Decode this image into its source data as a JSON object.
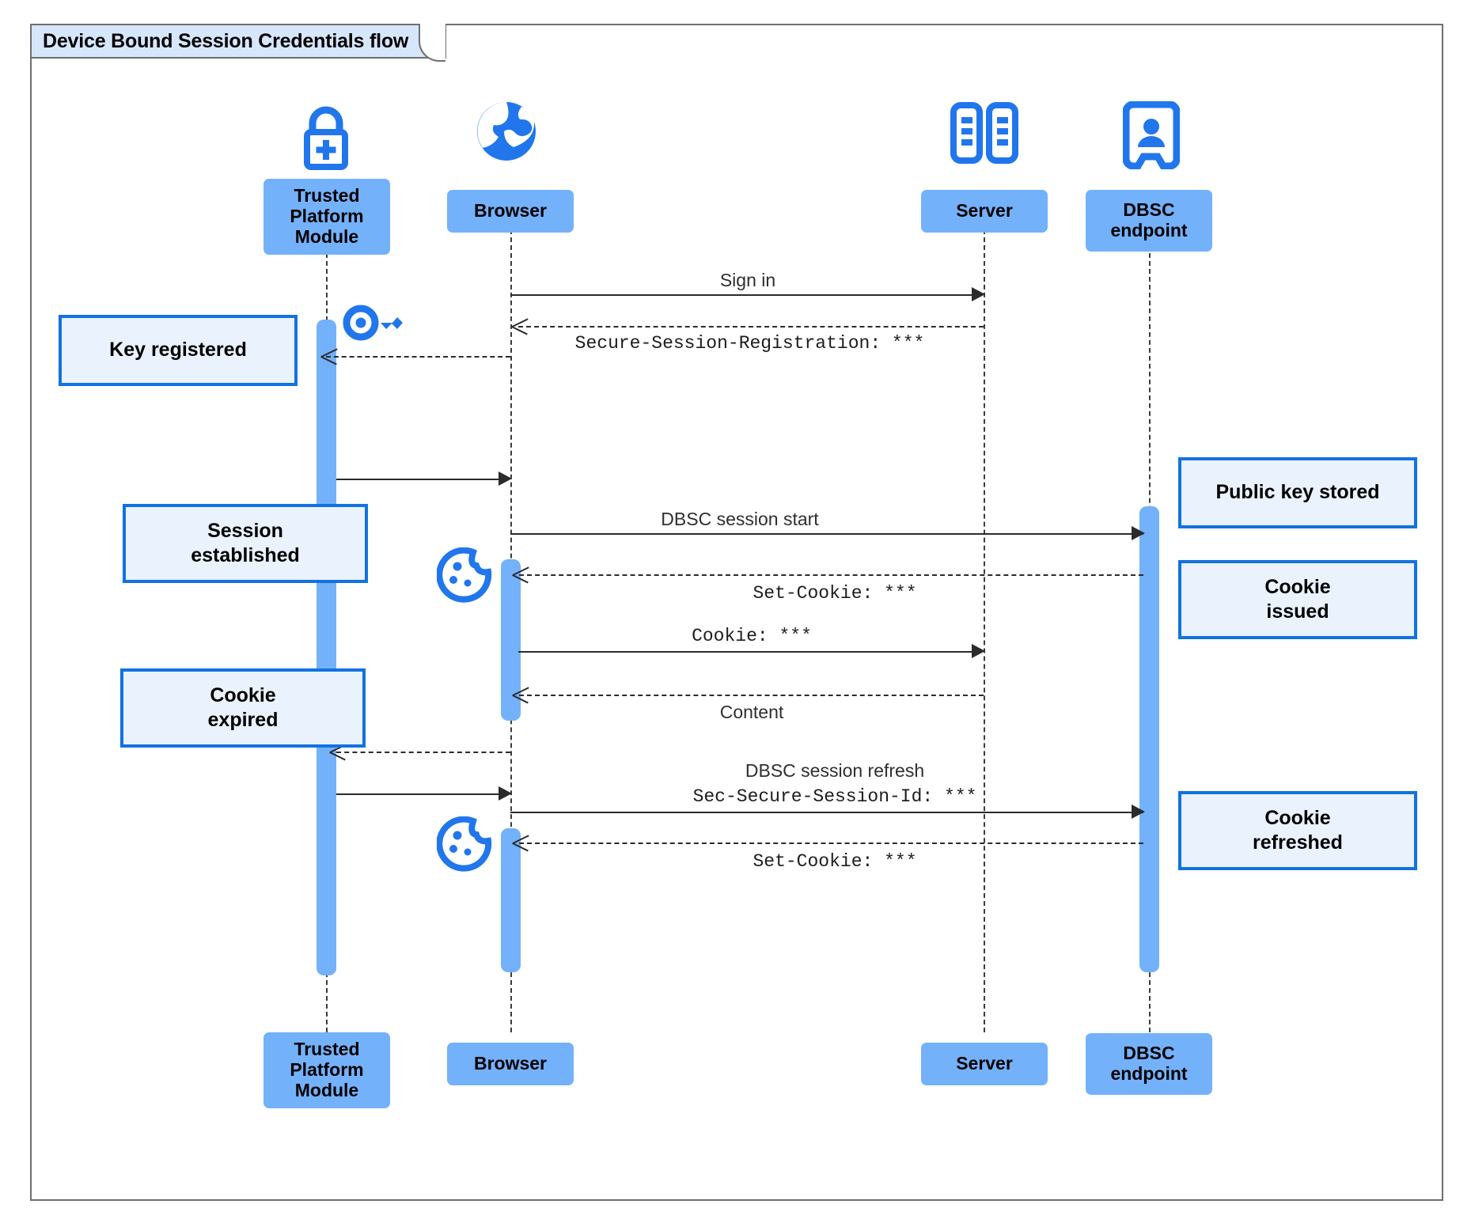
{
  "diagram": {
    "type": "uml-sequence",
    "title": "Device Bound Session Credentials flow",
    "colors": {
      "participant_fill": "#74b1fb",
      "note_fill": "#eaf2fe",
      "note_border": "#1272e0",
      "icon_blue": "#2176ec",
      "frame_border": "#6f6f6f",
      "title_fill": "#d6e6fb",
      "line": "#2b2b2b"
    },
    "participants": [
      {
        "id": "tpm",
        "label": "Trusted\nPlatform\nModule",
        "icon": "padlock-plus-icon"
      },
      {
        "id": "browser",
        "label": "Browser",
        "icon": "globe-icon"
      },
      {
        "id": "server",
        "label": "Server",
        "icon": "server-rack-icon"
      },
      {
        "id": "dbsc",
        "label": "DBSC\nendpoint",
        "icon": "id-badge-icon"
      }
    ],
    "messages": [
      {
        "id": "m1",
        "from": "browser",
        "to": "server",
        "style": "solid",
        "label": "Sign in",
        "font": "proportional"
      },
      {
        "id": "m2",
        "from": "server",
        "to": "browser",
        "style": "dashed",
        "label": "Secure-Session-Registration: ***",
        "font": "monospace"
      },
      {
        "id": "m3",
        "from": "tpm",
        "to": "browser",
        "style": "solid",
        "label": "",
        "font": "proportional"
      },
      {
        "id": "m4",
        "from": "browser",
        "to": "dbsc",
        "style": "solid",
        "label": "DBSC session start",
        "font": "proportional"
      },
      {
        "id": "m5",
        "from": "dbsc",
        "to": "browser",
        "style": "dashed",
        "label": "Set-Cookie: ***",
        "font": "monospace"
      },
      {
        "id": "m6",
        "from": "browser",
        "to": "server",
        "style": "solid",
        "label": "Cookie: ***",
        "font": "monospace"
      },
      {
        "id": "m7",
        "from": "server",
        "to": "browser",
        "style": "dashed",
        "label": "Content",
        "font": "proportional"
      },
      {
        "id": "m8",
        "from": "browser",
        "to": "tpm",
        "style": "dashed",
        "label": "",
        "font": "proportional"
      },
      {
        "id": "m9",
        "from": "tpm",
        "to": "browser",
        "style": "solid",
        "label": "",
        "font": "proportional"
      },
      {
        "id": "m10",
        "from": "browser",
        "to": "dbsc",
        "style": "solid",
        "label": "DBSC session refresh",
        "label2": "Sec-Secure-Session-Id: ***",
        "font": "mixed"
      },
      {
        "id": "m11",
        "from": "dbsc",
        "to": "browser",
        "style": "dashed",
        "label": "Set-Cookie: ***",
        "font": "monospace"
      }
    ],
    "notes": [
      {
        "id": "n1",
        "side": "left",
        "text": "Key registered",
        "near": "tpm"
      },
      {
        "id": "n2",
        "side": "left",
        "text": "Session\nestablished",
        "near": "tpm"
      },
      {
        "id": "n3",
        "side": "left",
        "text": "Cookie\nexpired",
        "near": "tpm"
      },
      {
        "id": "n4",
        "side": "right",
        "text": "Public key stored",
        "near": "dbsc"
      },
      {
        "id": "n5",
        "side": "right",
        "text": "Cookie\nissued",
        "near": "dbsc"
      },
      {
        "id": "n6",
        "side": "right",
        "text": "Cookie\nrefreshed",
        "near": "dbsc"
      }
    ],
    "inline_icons": [
      {
        "id": "key1",
        "name": "key-icon",
        "near": "tpm"
      },
      {
        "id": "cookie1",
        "name": "cookie-icon",
        "near": "browser"
      },
      {
        "id": "cookie2",
        "name": "cookie-icon",
        "near": "browser"
      }
    ],
    "labels": {
      "m1": "Sign in",
      "m2": "Secure-Session-Registration: ***",
      "m4": "DBSC session start",
      "m5": "Set-Cookie: ***",
      "m6": "Cookie: ***",
      "m7": "Content",
      "m10a": "DBSC session refresh",
      "m10b": "Sec-Secure-Session-Id: ***",
      "m11": "Set-Cookie: ***"
    },
    "participant_labels": {
      "tpm_l1": "Trusted",
      "tpm_l2": "Platform",
      "tpm_l3": "Module",
      "browser": "Browser",
      "server": "Server",
      "dbsc_l1": "DBSC",
      "dbsc_l2": "endpoint"
    },
    "note_texts": {
      "key_registered": "Key registered",
      "session_established_l1": "Session",
      "session_established_l2": "established",
      "cookie_expired_l1": "Cookie",
      "cookie_expired_l2": "expired",
      "public_key_stored": "Public key stored",
      "cookie_issued_l1": "Cookie",
      "cookie_issued_l2": "issued",
      "cookie_refreshed_l1": "Cookie",
      "cookie_refreshed_l2": "refreshed"
    }
  }
}
